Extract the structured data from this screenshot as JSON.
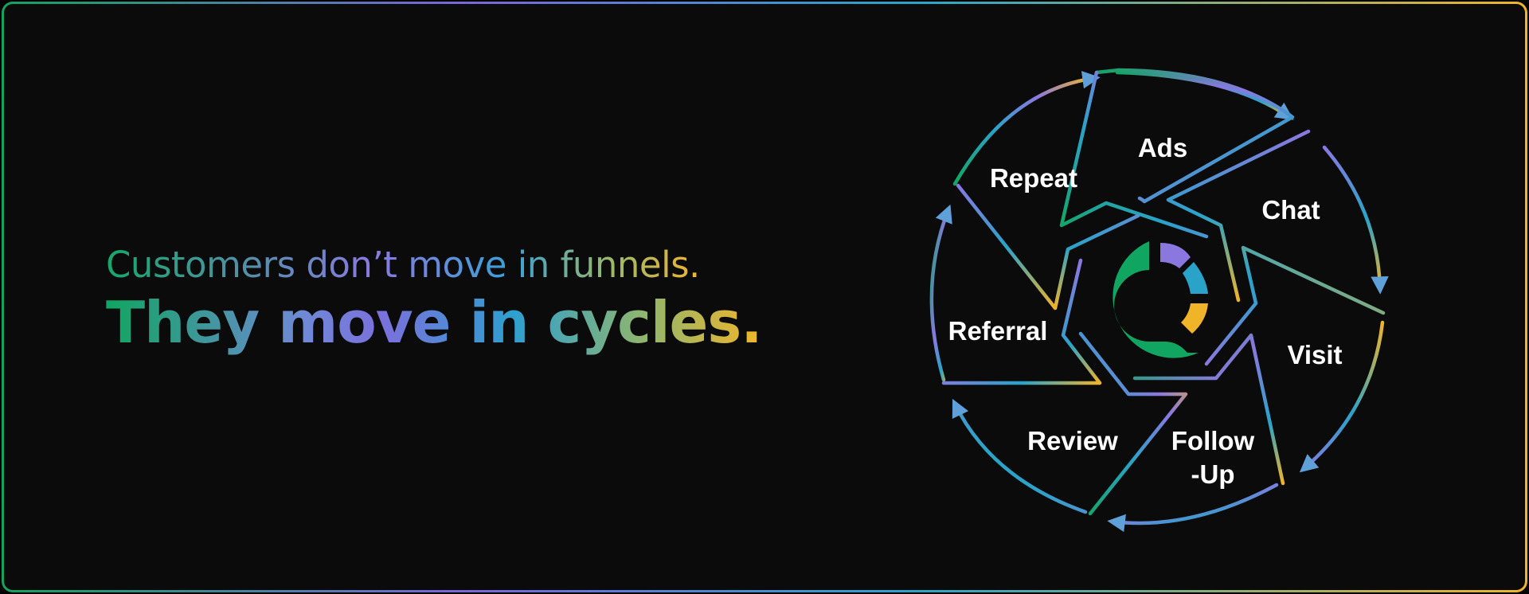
{
  "headline": {
    "subline": "Customers don’t move in funnels.",
    "main": "They move in cycles."
  },
  "cycle": {
    "stages": [
      {
        "id": "ads",
        "label": "Ads"
      },
      {
        "id": "chat",
        "label": "Chat"
      },
      {
        "id": "visit",
        "label": "Visit"
      },
      {
        "id": "follow-up",
        "label_line1": "Follow",
        "label_line2": "-Up"
      },
      {
        "id": "review",
        "label": "Review"
      },
      {
        "id": "referral",
        "label": "Referral"
      },
      {
        "id": "repeat",
        "label": "Repeat"
      }
    ]
  },
  "colors": {
    "green": "#10a661",
    "purple": "#8a78e0",
    "blue": "#2aa3c9",
    "yellow": "#f0b429",
    "background": "#0b0b0b",
    "text": "#ffffff"
  },
  "icons": {
    "center_logo": "c-ring-logo-icon"
  }
}
